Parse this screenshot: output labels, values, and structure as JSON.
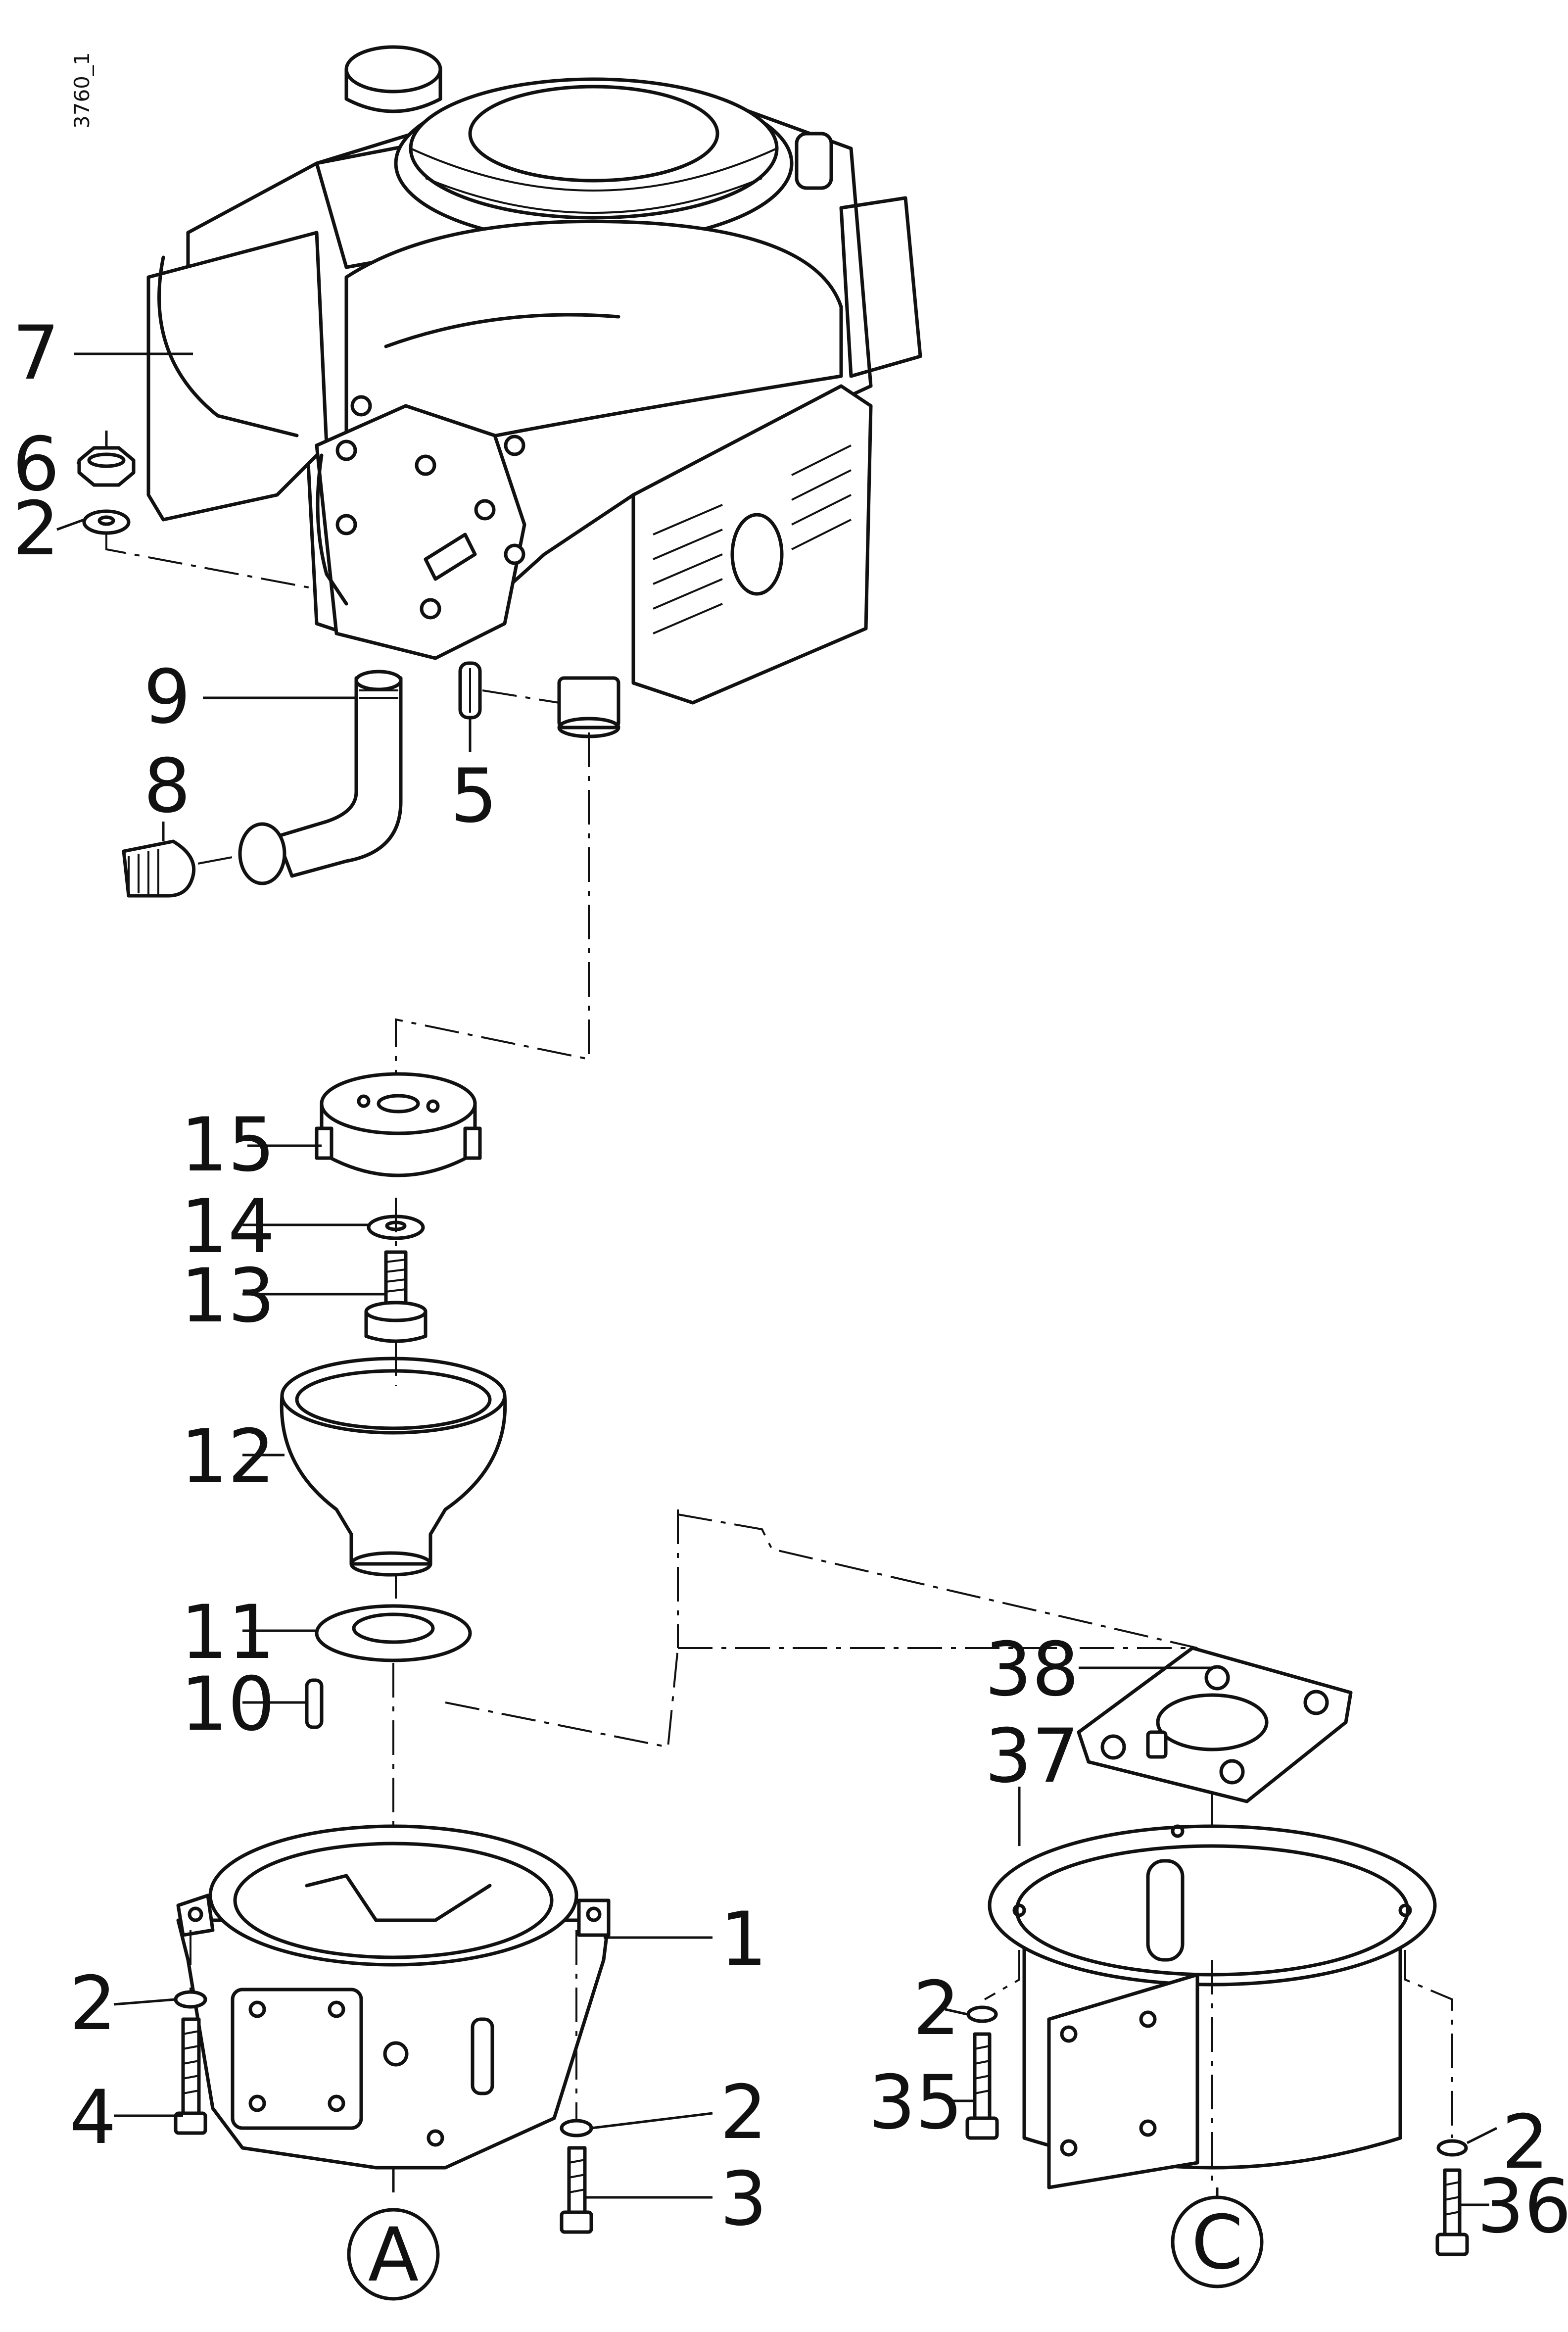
{
  "drawing_code": "3760_1",
  "callouts": {
    "p1": "1",
    "p2_a": "2",
    "p2_b": "2",
    "p2_c": "2",
    "p2_d": "2",
    "p2_e": "2",
    "p3": "3",
    "p4": "4",
    "p5": "5",
    "p6": "6",
    "p7": "7",
    "p8": "8",
    "p9": "9",
    "p10": "10",
    "p11": "11",
    "p12": "12",
    "p13": "13",
    "p14": "14",
    "p15": "15",
    "p35": "35",
    "p36": "36",
    "p37": "37",
    "p38": "38"
  },
  "variants": {
    "a": "A",
    "c": "C"
  }
}
